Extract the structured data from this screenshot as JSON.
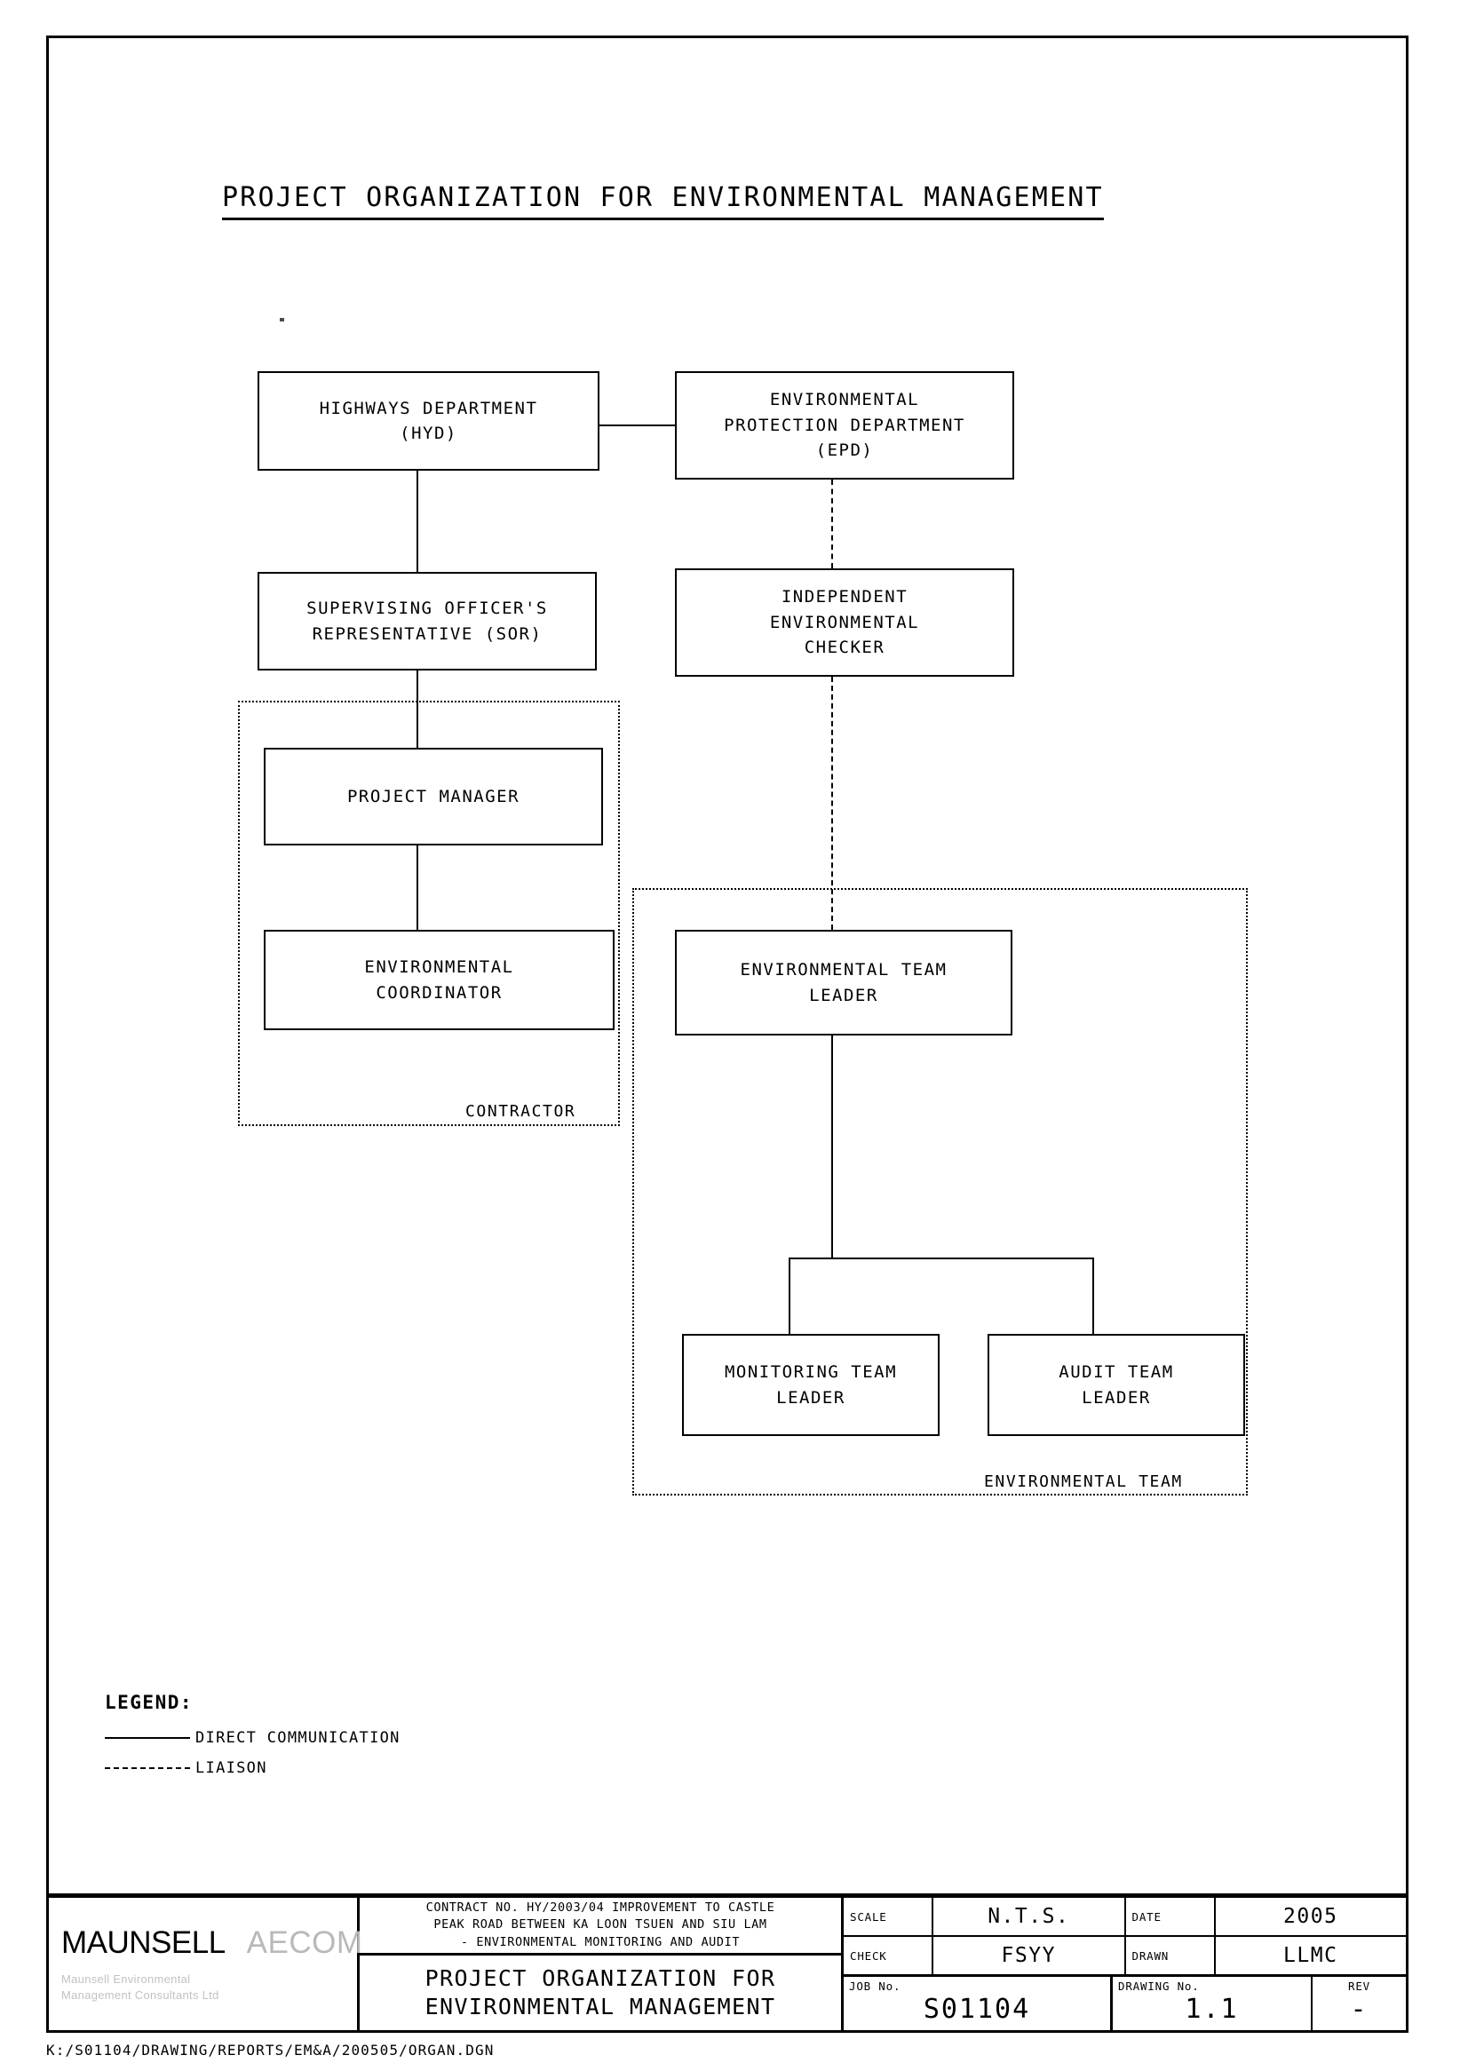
{
  "drawing": {
    "title": "PROJECT ORGANIZATION FOR ENVIRONMENTAL MANAGEMENT",
    "file_path": "K:/S01104/DRAWING/REPORTS/EM&A/200505/ORGAN.DGN"
  },
  "org_chart": {
    "nodes": [
      {
        "id": "hyd",
        "label": "HIGHWAYS DEPARTMENT\n(HYD)"
      },
      {
        "id": "epd",
        "label": "ENVIRONMENTAL\nPROTECTION DEPARTMENT\n(EPD)"
      },
      {
        "id": "sor",
        "label": "SUPERVISING OFFICER'S\nREPRESENTATIVE (SOR)"
      },
      {
        "id": "iec",
        "label": "INDEPENDENT\nENVIRONMENTAL\nCHECKER"
      },
      {
        "id": "pm",
        "label": "PROJECT MANAGER"
      },
      {
        "id": "ec",
        "label": "ENVIRONMENTAL\nCOORDINATOR"
      },
      {
        "id": "etl",
        "label": "ENVIRONMENTAL TEAM\nLEADER"
      },
      {
        "id": "mtl",
        "label": "MONITORING TEAM\nLEADER"
      },
      {
        "id": "atl",
        "label": "AUDIT TEAM\nLEADER"
      }
    ],
    "groups": [
      {
        "id": "contractor",
        "label": "CONTRACTOR"
      },
      {
        "id": "environmental-team",
        "label": "ENVIRONMENTAL TEAM"
      }
    ]
  },
  "legend": {
    "title": "LEGEND:",
    "items": [
      {
        "style": "solid",
        "label": "DIRECT COMMUNICATION"
      },
      {
        "style": "dashed",
        "label": "LIAISON"
      }
    ]
  },
  "title_block": {
    "logo": {
      "primary": "MAUNSELL",
      "secondary": "AECOM",
      "subtitle_line1": "Maunsell Environmental",
      "subtitle_line2": "Management Consultants Ltd"
    },
    "contract": {
      "line1": "CONTRACT NO. HY/2003/04 IMPROVEMENT TO CASTLE",
      "line2": "PEAK ROAD BETWEEN KA LOON TSUEN AND SIU LAM",
      "line3": "- ENVIRONMENTAL MONITORING AND AUDIT"
    },
    "drawing_title": {
      "line1": "PROJECT ORGANIZATION FOR",
      "line2": "ENVIRONMENTAL MANAGEMENT"
    },
    "fields": {
      "scale_label": "SCALE",
      "scale_value": "N.T.S.",
      "date_label": "DATE",
      "date_value": "2005",
      "check_label": "CHECK",
      "check_value": "FSYY",
      "drawn_label": "DRAWN",
      "drawn_value": "LLMC",
      "job_label": "JOB No.",
      "job_value": "S01104",
      "drawing_label": "DRAWING No.",
      "drawing_value": "1.1",
      "rev_label": "REV",
      "rev_value": "-"
    }
  }
}
